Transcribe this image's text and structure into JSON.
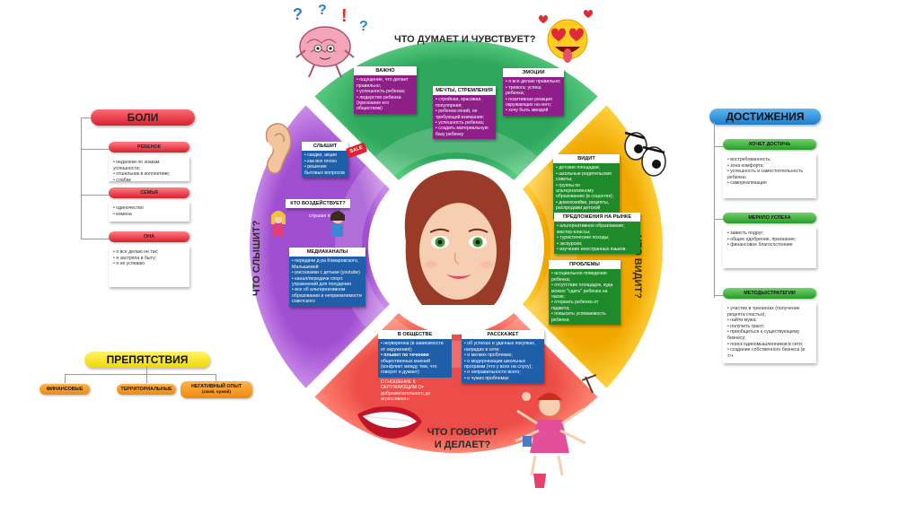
{
  "colors": {
    "green": "#3db66a",
    "orange": "#f4b400",
    "red": "#f06055",
    "purple": "#b162d8",
    "pains": "#e63b46",
    "achievements": "#2b8fd6",
    "obstacles": "#f5e000",
    "pill_green": "#3fb83a",
    "pill_orange": "#f59b23"
  },
  "quadrants": {
    "think": "ЧТО ДУМАЕТ И ЧУВСТВУЕТ?",
    "see": "ЧТО ВИДИТ?",
    "say_line1": "ЧТО ГОВОРИТ",
    "say_line2": "И ДЕЛАЕТ?",
    "hear": "ЧТО СЛЫШИТ?"
  },
  "think_cards": {
    "important": {
      "title": "ВАЖНО",
      "items": [
        "ощущение, что делает правильно;",
        "успешность ребенка;",
        "лидерство ребенка (признание его обществом)"
      ]
    },
    "dreams": {
      "title": "МЕЧТЫ, СТРЕМЛЕНИЯ",
      "items": [
        "стройная, красивая, популярная;",
        "ребенок-гений, не требующий внимания;",
        "успешность ребенка;",
        "создать материальную базу ребенку"
      ]
    },
    "emotions": {
      "title": "ЭМОЦИИ",
      "items": [
        "я все делаю правильно;",
        "тревога: успеш ребенка;",
        "позитивная реакция окружающих на него;",
        "хочу быть звездой"
      ]
    }
  },
  "see_cards": {
    "sees": {
      "title": "ВИДИТ",
      "items": [
        "детские площадки;",
        "школьные родительские советы;",
        "группы по альтернативному образованию (в соцсетях);",
        "домохозяйки, рецепты, распродажи детской одежды"
      ]
    },
    "market": {
      "title": "ПРЕДЛОЖЕНИЯ НА РЫНКЕ",
      "items": [
        "альтернативное образование; мастер-классы;",
        "туристические походы;",
        "экскурсии;",
        "изучение иностранных языков"
      ]
    },
    "problems": {
      "title": "ПРОБЛЕМЫ",
      "items": [
        "асоциальное поведение ребенка;",
        "отсутствие площадок, куда можно \"сдать\" ребенка на часик;",
        "оторвать ребенка от гаджета;",
        "повысить успеваемость ребенка"
      ]
    }
  },
  "say_cards": {
    "society": {
      "title": "В ОБЩЕСТВЕ",
      "items": [
        "неуверенна (в зависимости от окружения);"
      ],
      "bold_item": "плывет по течению",
      "extra": "общественных мнений (конфликт между тем, что говорят и думает)",
      "attitude": "ОТНОШЕНИЕ К ОКРУЖАЮЩИМ От доброжелательного до агрессивного"
    },
    "tells": {
      "title": "РАССКАЖЕТ",
      "items": [
        "об успехах и удачных покупках, наградах в сети;",
        "о мелких проблемах;",
        "о модернизации школьных программ (что у всех на слуху);",
        "о неправильности всего;",
        "о чужих проблемах"
      ]
    }
  },
  "hear_cards": {
    "hears": {
      "title": "СЛЫШИТ",
      "items": [
        "скидки, акции",
        "как все плохо",
        "решение бытовых вопросов"
      ],
      "tag": "SALE"
    },
    "influence": {
      "title": "КТО ВОЗДЕЙСТВУЕТ?",
      "text": "слушаю подруги"
    },
    "media": {
      "title": "МЕДИАКАНАЛЫ",
      "items": [
        "передачи д-ра Комаровского, Малышевой",
        "рассказики с детьми (youtube)",
        "канал/передачи спорт. упражнений для похудения",
        "все об альтернативном образовании и неприемлемости советского"
      ]
    }
  },
  "pains": {
    "title": "БОЛИ",
    "groups": [
      {
        "label": "РЕБЕНОК",
        "items": [
          "недалеки по знакам успешности;",
          "отшельник в коллективе;",
          "слабак"
        ]
      },
      {
        "label": "СЕМЬЯ",
        "items": [
          "одиночество",
          "измена"
        ]
      },
      {
        "label": "ОНА",
        "items": [
          "я все делаю не так;",
          "я застряла в быту;",
          "я не успеваю"
        ]
      }
    ]
  },
  "achievements": {
    "title": "ДОСТИЖЕНИЯ",
    "groups": [
      {
        "label": "ХОЧЕТ ДОСТИЧЬ",
        "items": [
          "востребованность;",
          "зона комфорта;",
          "успешность и самостоятельность ребенка;",
          "самореализация"
        ]
      },
      {
        "label": "МЕРИЛО УСПЕХА",
        "items": [
          "зависть подруг;",
          "общее одобрение, признание;",
          "финансовое благосостояние"
        ]
      },
      {
        "label": "МЕТОДЫ/СТРАТЕГИИ",
        "items": [
          "участие в тренингах (получение рецепта счастья);",
          "найти мужа;",
          "получить грант;",
          "приобщиться к существующему бизнесу;",
          "поиск единомышленников в сети;",
          "создание собственного бизнеса (в т.ч."
        ]
      }
    ]
  },
  "obstacles": {
    "title": "ПРЕПЯТСТВИЯ",
    "items": [
      {
        "label": "ФИНАНСОВЫЕ",
        "sub": ""
      },
      {
        "label": "ТЕРРИТОРИАЛЬНЫЕ",
        "sub": ""
      },
      {
        "label": "НЕГАТИВНЫЙ ОПЫТ",
        "sub": "(свой, чужой)"
      }
    ]
  },
  "icons": [
    "brain-icon",
    "heart-eyes-emoji-icon",
    "eyes-icon",
    "ear-icon",
    "mouth-icon",
    "multitasking-woman-icon",
    "woman-face-icon",
    "girls-icon"
  ]
}
